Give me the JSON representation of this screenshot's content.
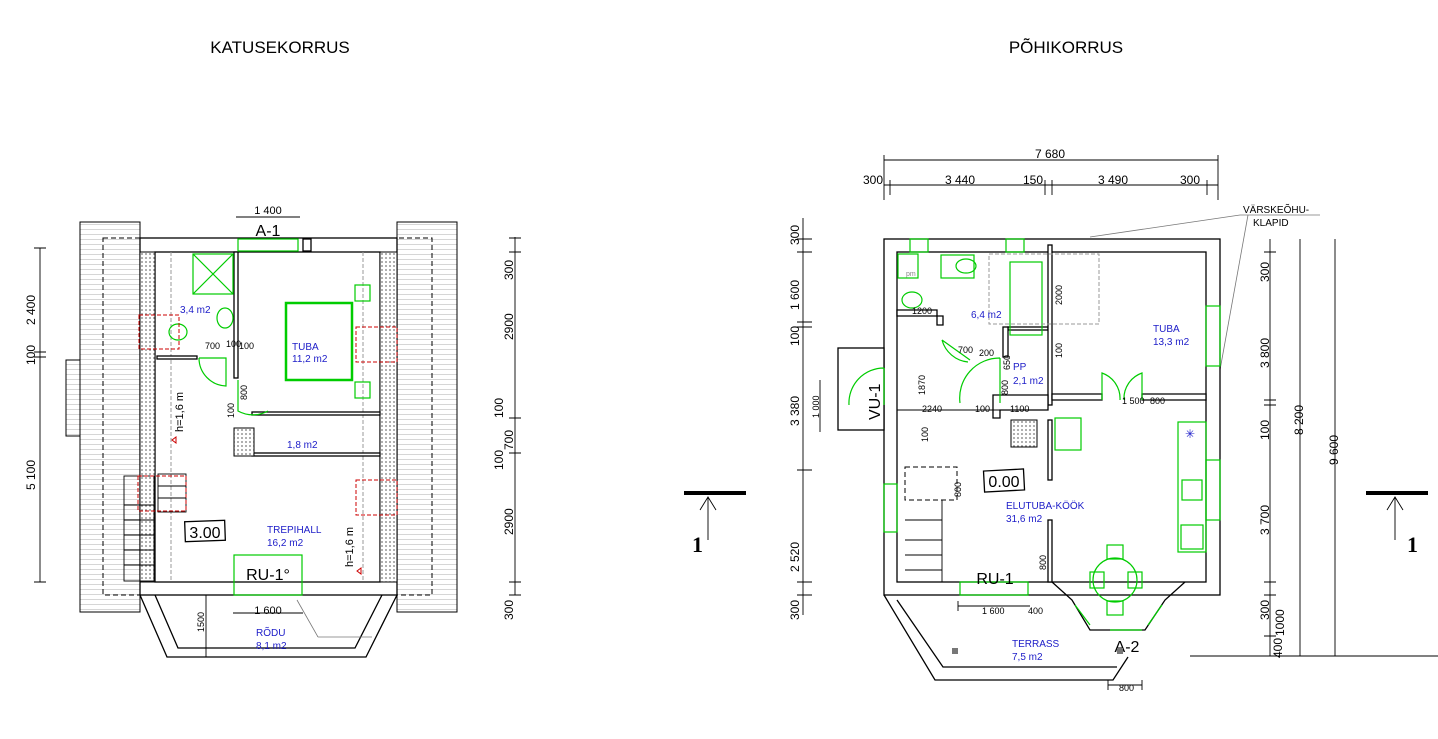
{
  "left_plan": {
    "title": "KATUSEKORRUS",
    "window_top": "A-1",
    "door_label": "RU-1°",
    "level": "3.00",
    "rooms": [
      {
        "name": "",
        "area": "3,4 m2"
      },
      {
        "name": "TUBA",
        "area": "11,2 m2"
      },
      {
        "name": "",
        "area": "1,8 m2"
      },
      {
        "name": "TREPIHALL",
        "area": "16,2 m2"
      },
      {
        "name": "RÕDU",
        "area": "8,1 m2"
      }
    ],
    "height_notes": [
      "h=1,6 m",
      "h=1,6 m"
    ],
    "dims": {
      "top": "1 400",
      "door_width": "1 600",
      "balcony_depth": "1500",
      "inner": [
        "700",
        "100",
        "100",
        "800",
        "100"
      ],
      "left": [
        "2 400",
        "100",
        "5 100"
      ],
      "right": [
        "300",
        "2900",
        "100",
        "700",
        "100",
        "2900",
        "300"
      ]
    }
  },
  "right_plan": {
    "title": "PÕHIKORRUS",
    "vent_note": [
      "VÄRSKEÕHU-",
      "KLAPID"
    ],
    "labels": {
      "entry_door": "VU-1",
      "terrace_door": "RU-1",
      "bay_window": "A-2"
    },
    "level": "0.00",
    "rooms": [
      {
        "name": "",
        "area": "6,4 m2"
      },
      {
        "name": "TUBA",
        "area": "13,3 m2"
      },
      {
        "name": "PP",
        "area": "2,1 m2"
      },
      {
        "name": "ELUTUBA-KÖÖK",
        "area": "31,6 m2"
      },
      {
        "name": "TERRASS",
        "area": "7,5 m2"
      }
    ],
    "fixture_text": "pm",
    "dims": {
      "total_width": "7 680",
      "top": [
        "300",
        "3 440",
        "150",
        "3 490",
        "300"
      ],
      "left": [
        "300",
        "1 600",
        "100",
        "3 380",
        "2 520",
        "300"
      ],
      "right": [
        "300",
        "3 800",
        "100",
        "3 700",
        "300",
        "1000",
        "400"
      ],
      "right_total": "8 200",
      "overall": "9 600",
      "inner": [
        "1200",
        "700",
        "200",
        "650",
        "1870",
        "800",
        "2240",
        "100",
        "1100",
        "1 500",
        "800",
        "2000",
        "100",
        "100",
        "1 000",
        "800",
        "1 600",
        "400",
        "800",
        "800"
      ]
    }
  },
  "section_marks": [
    "1",
    "1"
  ]
}
